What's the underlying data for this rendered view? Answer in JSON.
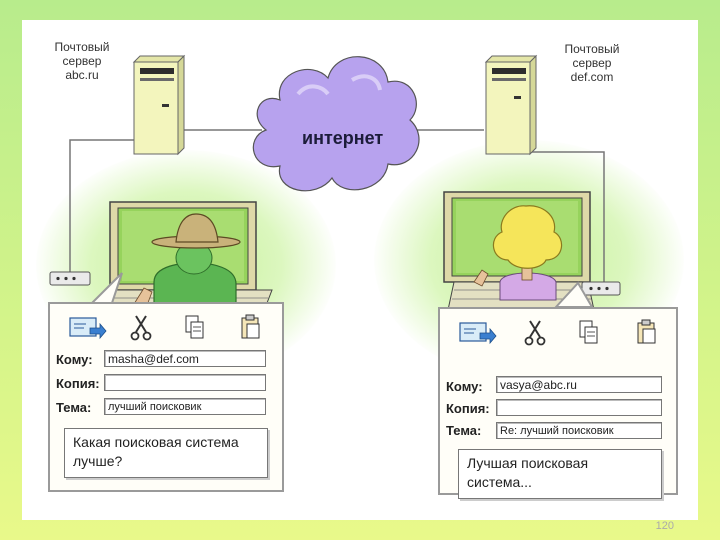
{
  "server_left": {
    "line1": "Почтовый",
    "line2": "сервер",
    "line3": "abc.ru"
  },
  "server_right": {
    "line1": "Почтовый",
    "line2": "сервер",
    "line3": "def.com"
  },
  "cloud_label": "интернет",
  "left_mail": {
    "to_label": "Кому:",
    "to_value": "masha@def.com",
    "cc_label": "Копия:",
    "cc_value": "",
    "subject_label": "Тема:",
    "subject_value": "лучший поисковик",
    "body_line1": "Какая поисковая система",
    "body_line2": "лучше?"
  },
  "right_mail": {
    "to_label": "Кому:",
    "to_value": "vasya@abc.ru",
    "cc_label": "Копия:",
    "cc_value": "",
    "subject_label": "Тема:",
    "subject_value": "Re: лучший поисковик",
    "body_line1": "Лучшая поисковая",
    "body_line2": "система..."
  },
  "icons": [
    "send-icon",
    "scissors-icon",
    "copy-icon",
    "paste-icon"
  ],
  "page_number": "120",
  "colors": {
    "cloud": "#b7a2ee",
    "frame": "#c6f08a",
    "glow": "#c8f39a",
    "server": "#f3f5bd",
    "hat": "#c9b27a",
    "shirt": "#5bb552",
    "tree": "#f5e55a"
  }
}
